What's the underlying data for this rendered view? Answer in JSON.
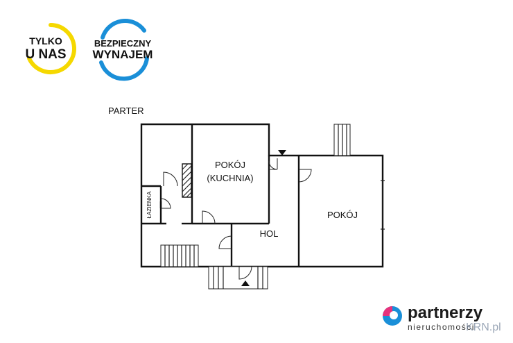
{
  "badges": {
    "exclusive": {
      "line1": "TYLKO",
      "line2": "U NAS",
      "ring_color": "#f5d800"
    },
    "safe_rent": {
      "line1": "BEZPIECZNY",
      "line2": "WYNAJEM",
      "ring_color": "#1a8fd8"
    }
  },
  "floor_label": "PARTER",
  "rooms": {
    "kitchen_room_line1": "POKÓJ",
    "kitchen_room_line2": "(KUCHNIA)",
    "room": "POKÓJ",
    "hall": "HOL",
    "bathroom": "ŁAZIENKA"
  },
  "brand": {
    "name": "partnerzy",
    "tagline": "nieruchomości",
    "watermark": "KRN.pl",
    "logo_colors": [
      "#e8327c",
      "#1a8fd8"
    ]
  }
}
